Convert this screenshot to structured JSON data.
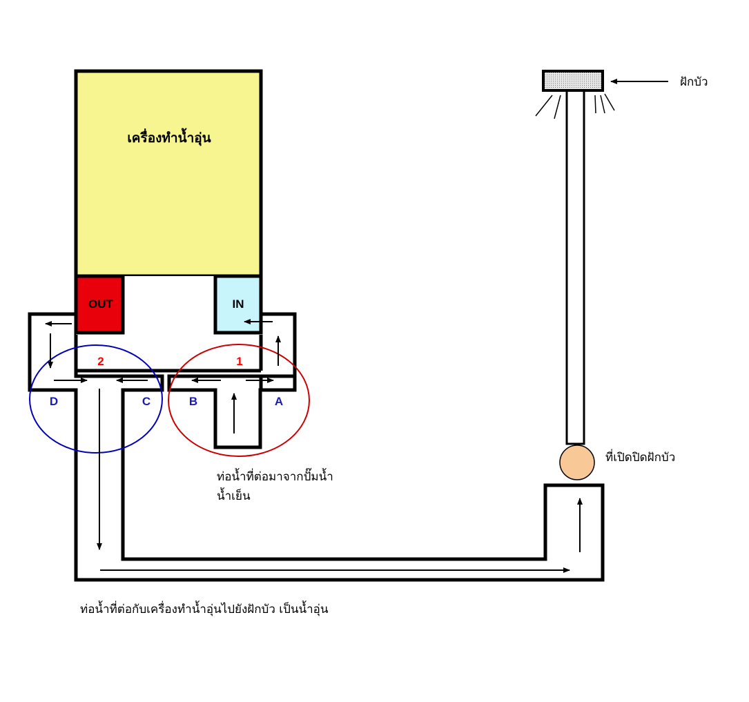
{
  "heater": {
    "label": "เครื่องทำน้ำอุ่น",
    "fill": "#f7f58f"
  },
  "out_port": {
    "label": "OUT",
    "fill": "#e8000b"
  },
  "in_port": {
    "label": "IN",
    "fill": "#c8f4fb"
  },
  "junctions": {
    "one": {
      "label": "1",
      "color": "#ff0000"
    },
    "two": {
      "label": "2",
      "color": "#ff0000"
    }
  },
  "circles": {
    "red": "#cc0000",
    "blue": "#0000bb"
  },
  "branch_labels": {
    "a": "A",
    "b": "B",
    "c": "C",
    "d": "D",
    "color": "#1a1ab8"
  },
  "labels": {
    "shower": "ฝักบัว",
    "valve": "ที่เปิดปิดฝักบัว",
    "cold_pipe_line1": "ท่อน้ำที่ต่อมาจากปั๊มน้ำ",
    "cold_pipe_line2": "น้ำเย็น",
    "hot_pipe": "ท่อน้ำที่ต่อกับเครื่องทำน้ำอุ่นไปยังฝักบัว เป็นน้ำอุ่น"
  },
  "colors": {
    "valve": "#f8c896",
    "pipe_stroke": "#000000",
    "shower_head": "#d8d8d8"
  }
}
